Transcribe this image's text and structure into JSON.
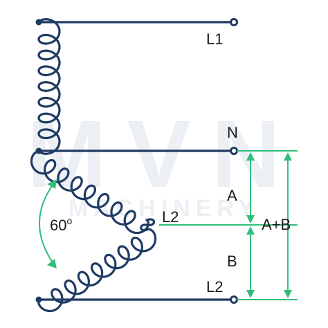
{
  "colors": {
    "wire": "#1f3a63",
    "measure": "#2fbf7a",
    "watermark": "#dde4ec",
    "background": "#ffffff"
  },
  "labels": {
    "l1": "L1",
    "n": "N",
    "l2_mid": "L2",
    "l2_bottom": "L2",
    "angle": "60",
    "angle_unit": "o",
    "a": "A",
    "b": "B",
    "a_plus_b": "A+B"
  },
  "watermark": {
    "brand": "MVN",
    "tagline": "MACHINERY"
  }
}
